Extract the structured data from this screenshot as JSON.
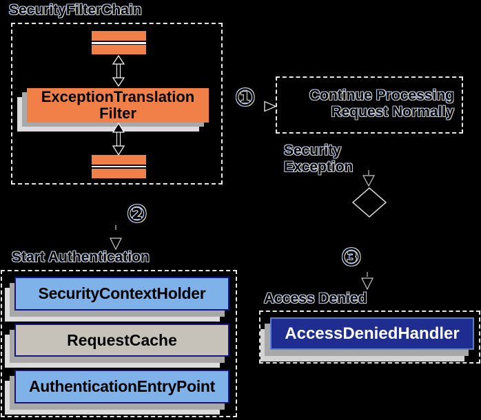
{
  "colors": {
    "background": "#000000",
    "orange": "#f08048",
    "light_blue": "#7eb2e8",
    "gray_box": "#c6c2b9",
    "navy_fill": "#1f2d91",
    "navy_border": "#15157d",
    "handler_border": "#5c7fd6",
    "shadow_dark": "#a8a8a8",
    "shadow_light": "#dcdcdc",
    "dash": "#e8e8e8"
  },
  "filter_chain": {
    "title": "SecurityFilterChain",
    "filter_line1": "ExceptionTranslation",
    "filter_line2": "Filter"
  },
  "steps": {
    "one": "①",
    "two": "②",
    "three": "③"
  },
  "continue_box": {
    "line1": "Continue Processing",
    "line2": "Request Normally"
  },
  "security_exception": {
    "line1": "Security",
    "line2": "Exception"
  },
  "start_authentication": {
    "title": "Start Authentication",
    "boxes": [
      "SecurityContextHolder",
      "RequestCache",
      "AuthenticationEntryPoint"
    ]
  },
  "access_denied": {
    "title": "Access Denied",
    "handler": "AccessDeniedHandler"
  }
}
